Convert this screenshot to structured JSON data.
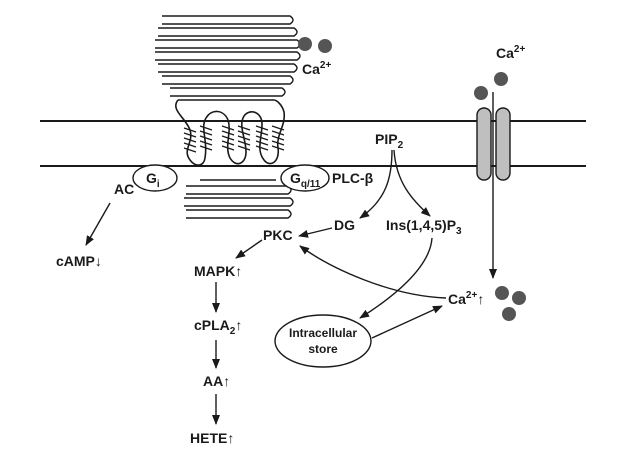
{
  "labels": {
    "ca_top": {
      "base": "Ca",
      "sup": "2+"
    },
    "ca_channel": {
      "base": "Ca",
      "sup": "2+"
    },
    "ca_cyto": {
      "base": "Ca",
      "sup": "2+",
      "suffix": "↑"
    },
    "gi": {
      "base": "G",
      "sub": "i"
    },
    "gq": {
      "base": "G",
      "sub": "q/11"
    },
    "ac": "AC",
    "plc": "PLC-β",
    "pip2": {
      "base": "PIP",
      "sub": "2"
    },
    "camp": "cAMP↓",
    "pkc": "PKC",
    "dg": "DG",
    "ip3": {
      "base": "Ins(1,4,5)P",
      "sub": "3"
    },
    "mapk": "MAPK↑",
    "cpla2": {
      "base": "cPLA",
      "sub": "2",
      "suffix": "↑"
    },
    "aa": "AA↑",
    "hete": "HETE↑",
    "store_line1": "Intracellular",
    "store_line2": "store"
  },
  "colors": {
    "ink": "#1a1a1a",
    "ion": "#555555",
    "channel": "#bfbfbf"
  }
}
